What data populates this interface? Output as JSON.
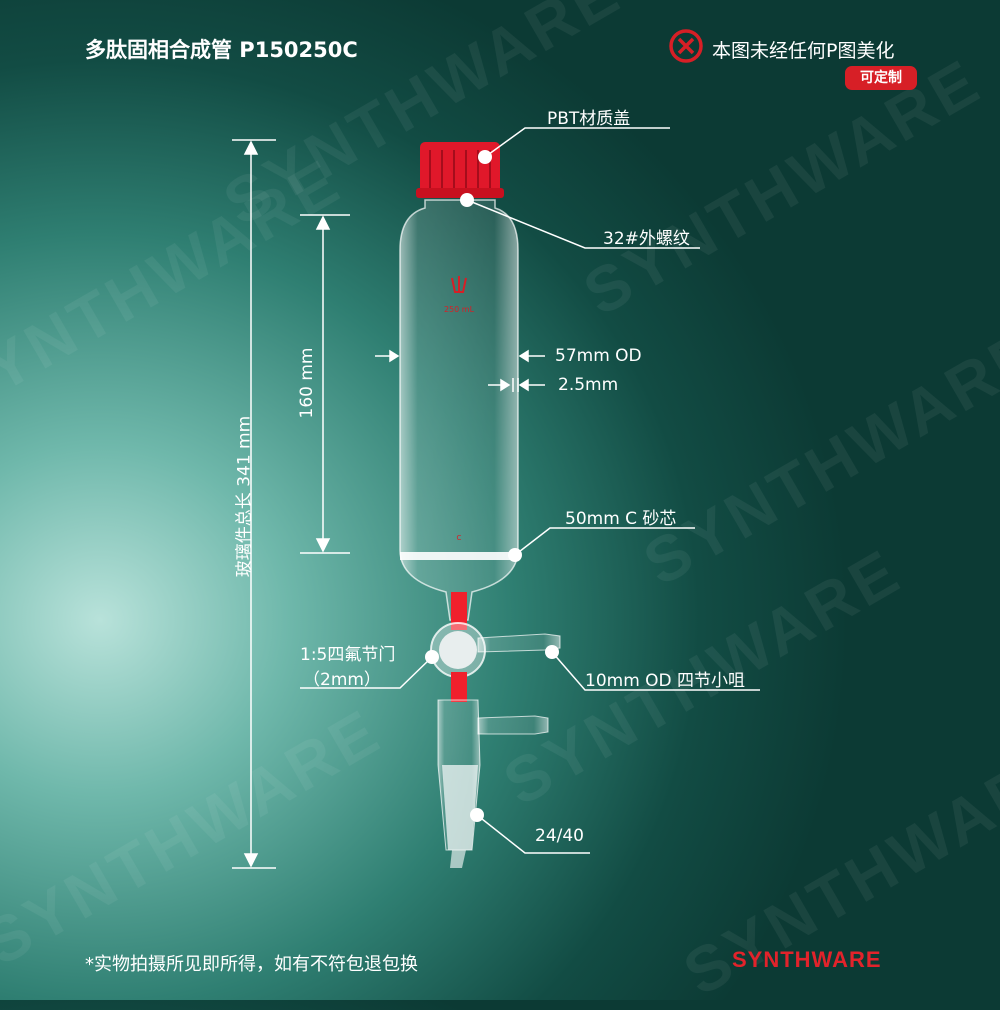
{
  "title": "多肽固相合成管  P150250C",
  "notice": {
    "icon": "x-circle-icon",
    "text": "本图未经任何P图美化",
    "badge": "可定制"
  },
  "dimensions": {
    "total_length": "玻璃件总长 341 mm",
    "body_length": "160 mm",
    "od": "57mm OD",
    "wall": "2.5mm"
  },
  "callouts": {
    "cap": "PBT材质盖",
    "thread": "32#外螺纹",
    "frit": "50mm C 砂芯",
    "stopcock_line1": "1:5四氟节门",
    "stopcock_line2": "（2mm）",
    "hose": "10mm OD 四节小咀",
    "joint": "24/40"
  },
  "glass_marks": {
    "volume": "250 mL",
    "frit_grade": "C"
  },
  "footnote": "*实物拍摄所见即所得，如有不符包退包换",
  "brand": "SYNTHWARE",
  "watermark": "SYNTHWARE",
  "colors": {
    "accent": "#d71f26",
    "cap": "#e0182a"
  }
}
